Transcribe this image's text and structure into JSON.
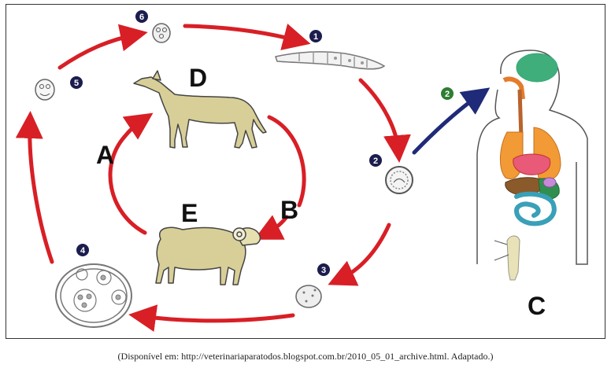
{
  "figure": {
    "stage_numbers": [
      "1",
      "2",
      "3",
      "4",
      "5",
      "6"
    ],
    "human_stage_number": "2",
    "letters": {
      "A": "A",
      "B": "B",
      "C": "C",
      "D": "D",
      "E": "E"
    },
    "colors": {
      "cycle_arrow": "#d81f26",
      "human_arrow": "#1f2a78",
      "human_badge": "#2e7d32"
    }
  },
  "caption": "(Disponível em: http://veterinariaparatodos.blogspot.com.br/2010_05_01_archive.html. Adaptado.)"
}
